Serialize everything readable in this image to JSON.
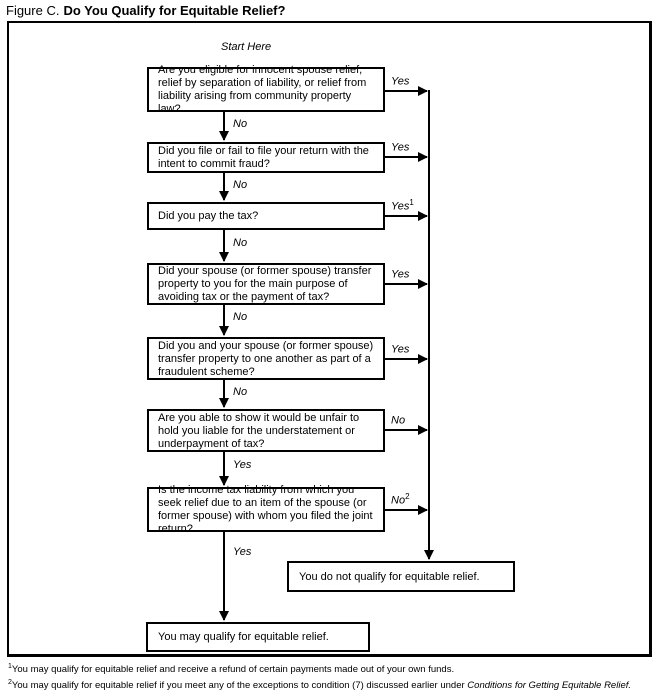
{
  "title": {
    "prefix": "Figure C.",
    "main": "Do You Qualify for Equitable Relief?"
  },
  "start_here": "Start Here",
  "colors": {
    "line": "#000000",
    "background": "#ffffff"
  },
  "questions": [
    {
      "text": "Are you eligible for innocent spouse relief, relief by separation of liability, or relief from liability arising from community property law?",
      "side_label": "Yes",
      "side_sup": "",
      "down_label": "No"
    },
    {
      "text": "Did you file or fail to file your return with the intent to commit fraud?",
      "side_label": "Yes",
      "side_sup": "",
      "down_label": "No"
    },
    {
      "text": "Did you pay the tax?",
      "side_label": "Yes",
      "side_sup": "1",
      "down_label": "No"
    },
    {
      "text": "Did your spouse (or former spouse) transfer property to you for the main purpose of avoiding tax or the payment of tax?",
      "side_label": "Yes",
      "side_sup": "",
      "down_label": "No"
    },
    {
      "text": "Did you and your spouse (or former spouse) transfer property to one another as part of a fraudulent scheme?",
      "side_label": "Yes",
      "side_sup": "",
      "down_label": "No"
    },
    {
      "text": "Are you able to show it would be unfair to hold you liable for the understatement or underpayment of tax?",
      "side_label": "No",
      "side_sup": "",
      "down_label": "Yes"
    },
    {
      "text": "Is the income tax liability from which you seek relief due to an item of the spouse (or former spouse) with whom you filed the joint return?",
      "side_label": "No",
      "side_sup": "2",
      "down_label": "Yes"
    }
  ],
  "results": {
    "negative": "You do not qualify for equitable relief.",
    "positive": "You may qualify for equitable relief."
  },
  "footnotes": [
    {
      "sup": "1",
      "text": "You may qualify for equitable relief and receive a refund of certain payments made out of your own funds.",
      "italic": ""
    },
    {
      "sup": "2",
      "text": "You may qualify for equitable relief if you meet any of the exceptions to condition (7) discussed earlier under ",
      "italic": "Conditions for Getting Equitable Relief."
    }
  ]
}
